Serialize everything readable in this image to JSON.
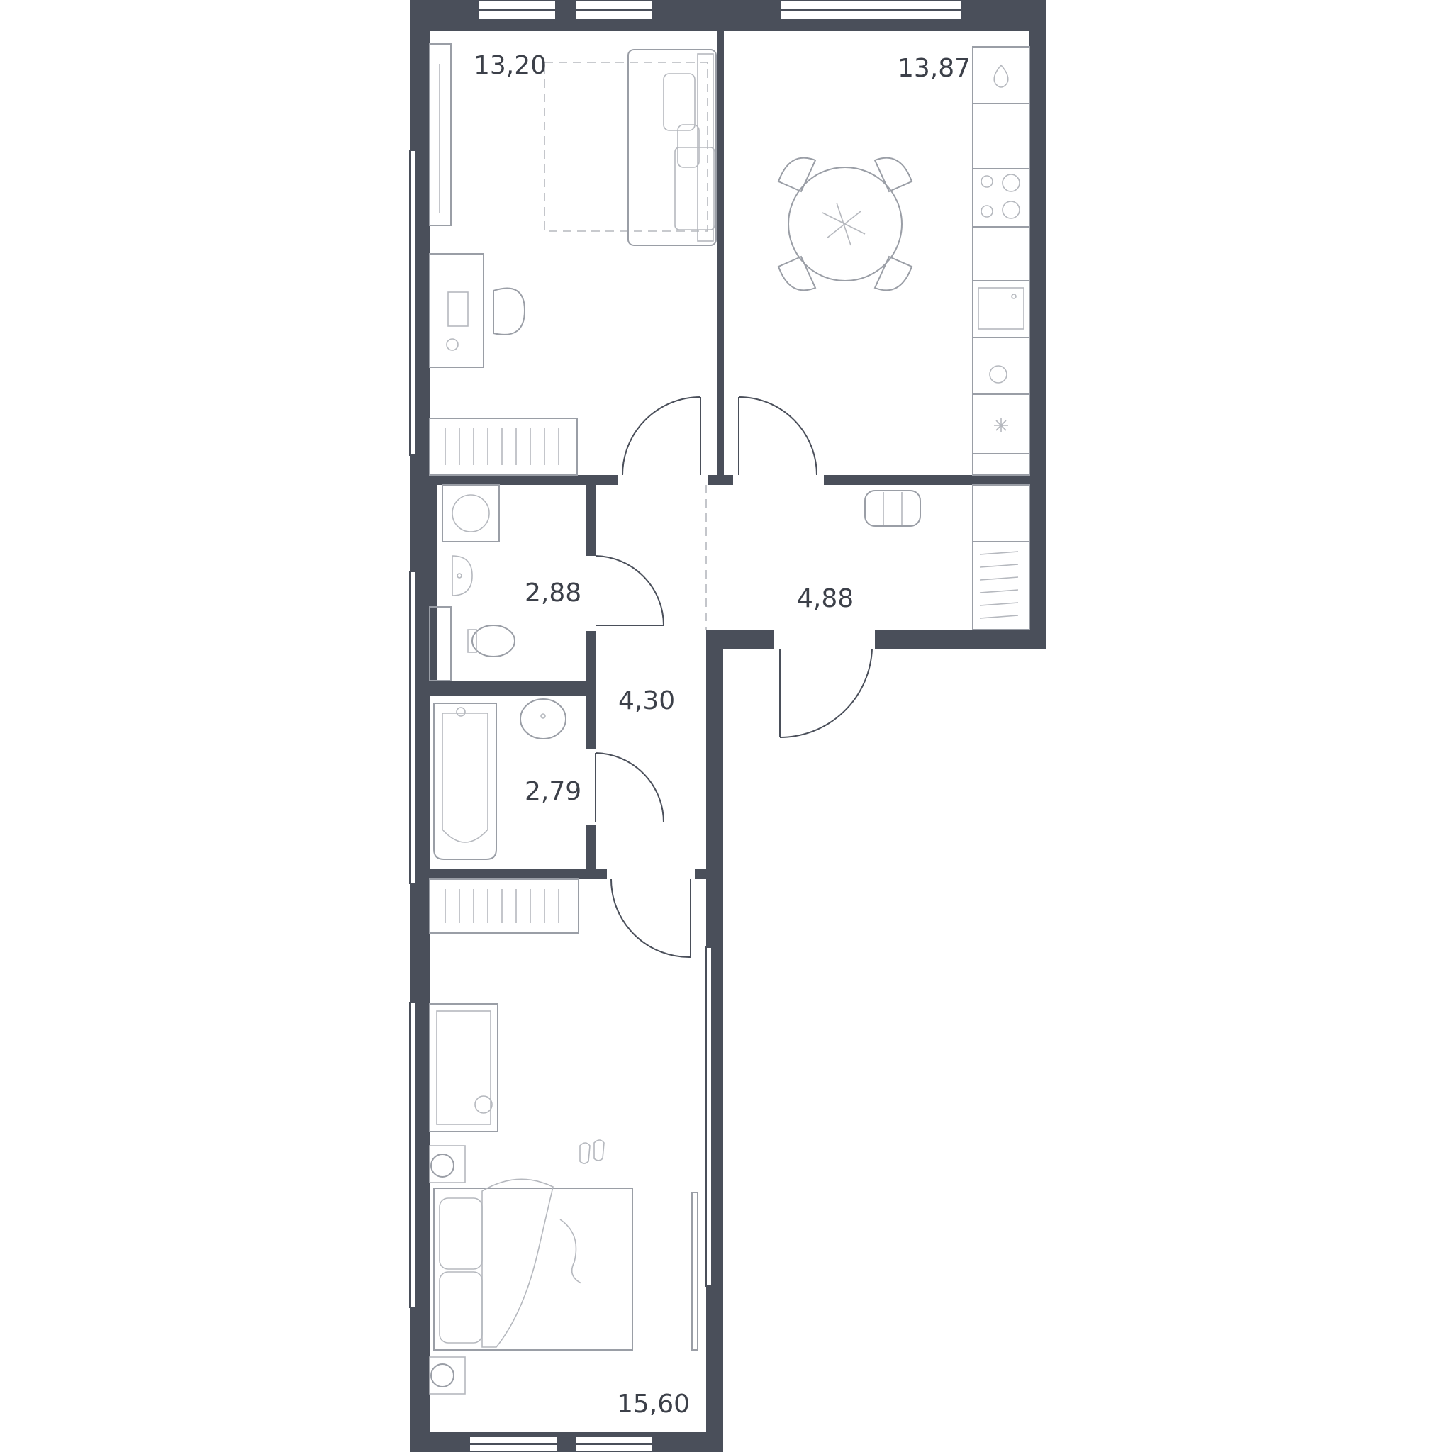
{
  "plan": {
    "wall_color": "#4a4f5a",
    "rooms": [
      {
        "id": "room-living",
        "area": "13,20"
      },
      {
        "id": "room-kitchen",
        "area": "13,87"
      },
      {
        "id": "room-wc",
        "area": "2,88"
      },
      {
        "id": "room-hall",
        "area": "4,88"
      },
      {
        "id": "room-corridor",
        "area": "4,30"
      },
      {
        "id": "room-bath",
        "area": "2,79"
      },
      {
        "id": "room-bedroom",
        "area": "15,60"
      }
    ]
  }
}
